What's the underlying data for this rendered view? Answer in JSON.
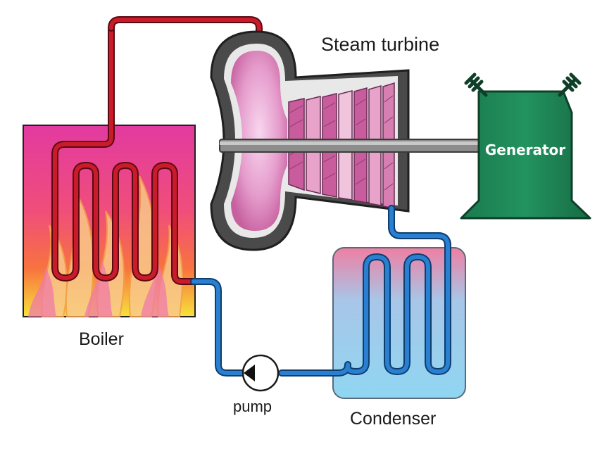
{
  "diagram": {
    "labels": {
      "steam_turbine": "Steam turbine",
      "generator": "Generator",
      "boiler": "Boiler",
      "pump": "pump",
      "condenser": "Condenser"
    },
    "colors": {
      "hot_pipe": "#b3121f",
      "cold_pipe": "#2a7fd0",
      "generator_body": "#1f8a5a",
      "turbine_casing": "#4a4a4a",
      "shaft": "#9a9a9a"
    }
  }
}
